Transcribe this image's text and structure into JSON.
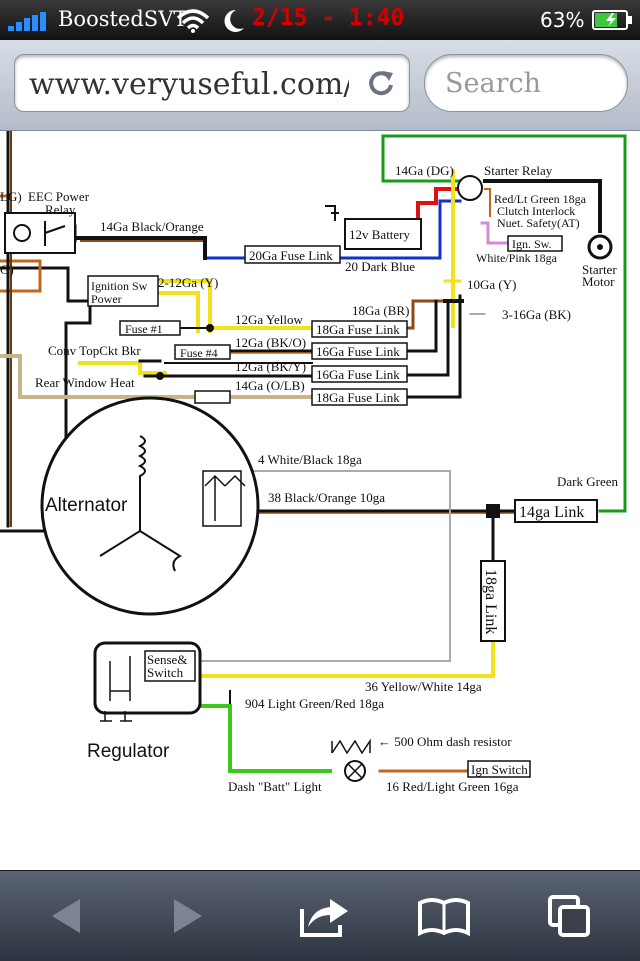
{
  "status_bar": {
    "carrier": "BoostedSVT",
    "time": "2/15 - 1:40",
    "battery_percent": "63%",
    "signal_icon": "signal-bars-icon",
    "wifi_icon": "wifi-icon",
    "moon_icon": "do-not-disturb-moon-icon",
    "battery_icon": "battery-charging-icon",
    "battery_color": "#3ec73e",
    "time_color": "#d40000"
  },
  "browser": {
    "url": "www.veryuseful.com/mustan",
    "reload_icon": "reload-icon",
    "search_placeholder": "Search"
  },
  "diagram": {
    "labels": {
      "lg": "LG)",
      "g": "G)",
      "eec1": "EEC Power",
      "eec2": "Relay",
      "w14_bk_o": "14Ga Black/Orange",
      "battery": "12v Battery",
      "link20": "20Ga Fuse Link",
      "dark_blue": "20 Dark Blue",
      "dg14": "14Ga (DG)",
      "starter_relay": "Starter Relay",
      "red_ltg": "Red/Lt Green 18ga",
      "clutch": "Clutch Interlock",
      "neut": "Nuet. Safety(AT)",
      "ign_sw": "Ign. Sw.",
      "white_pink": "White/Pink 18ga",
      "starter1": "Starter",
      "starter2": "Motor",
      "ign_sw1": "Ignition Sw",
      "ign_sw2": "Power",
      "y12_2": "2-12Ga (Y)",
      "y10": "10Ga (Y)",
      "fuse1": "Fuse #1",
      "y12": "12Ga Yellow",
      "br18": "18Ga (BR)",
      "bk3": "3-16Ga (BK)",
      "link18_1": "18Ga Fuse Link",
      "fuse4": "Fuse #4",
      "bko12": "12Ga (BK/O)",
      "link16_1": "16Ga Fuse Link",
      "conv": "Conv TopCkt Bkr",
      "bky12": "12Ga (BK/Y)",
      "link16_2": "16Ga Fuse Link",
      "rear": "Rear Window Heat",
      "olb14": "14Ga (O/LB)",
      "link18_2": "18Ga Fuse Link",
      "white_black": "4  White/Black 18ga",
      "alternator": "Alternator",
      "bk_o38": "38 Black/Orange 10ga",
      "dark_green": "Dark Green",
      "link14": "14ga Link",
      "link18v": "18ga Link",
      "sense": "Sense&",
      "switch": "Switch",
      "yw36": "36 Yellow/White 14ga",
      "lgr904": "904 Light Green/Red 18ga",
      "regulator": "Regulator",
      "ohm500": "← 500 Ohm dash resistor",
      "ign_switch": "Ign Switch",
      "dash1": "Dash \"Batt\" Light",
      "r16": "16 Red/Light Green 16ga"
    }
  },
  "toolbar": {
    "back_icon": "back-arrow-icon",
    "forward_icon": "forward-arrow-icon",
    "share_icon": "share-icon",
    "bookmarks_icon": "bookmarks-book-icon",
    "tabs_icon": "tabs-pages-icon"
  }
}
